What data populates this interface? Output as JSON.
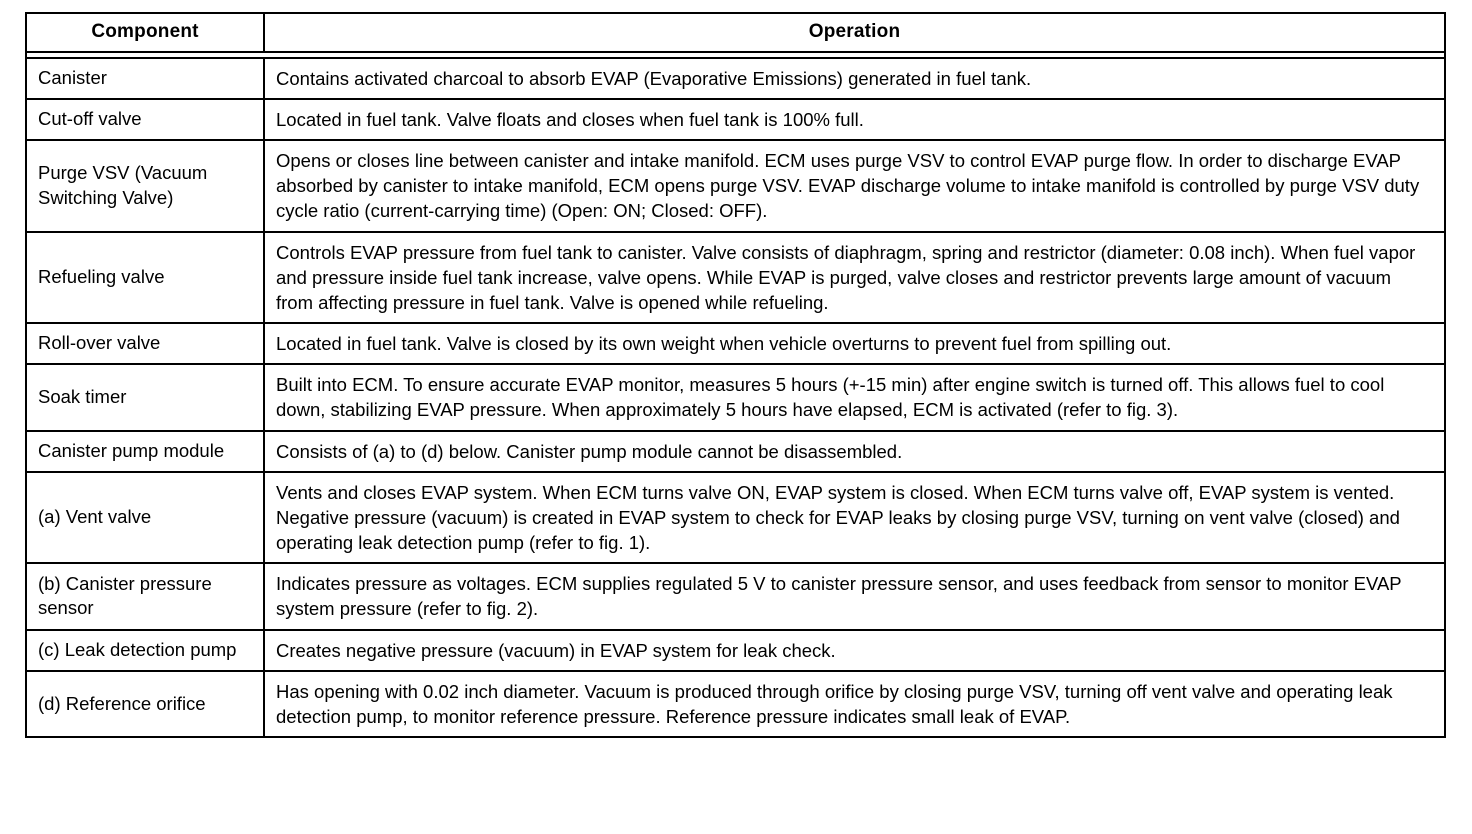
{
  "table": {
    "headers": {
      "component": "Component",
      "operation": "Operation"
    },
    "rows": [
      {
        "component": "Canister",
        "operation": "Contains activated charcoal to absorb EVAP (Evaporative Emissions) generated in fuel tank."
      },
      {
        "component": "Cut-off valve",
        "operation": "Located in fuel tank. Valve floats and closes when fuel tank is 100% full."
      },
      {
        "component": "Purge VSV (Vacuum Switching Valve)",
        "operation": "Opens or closes line between canister and intake manifold. ECM uses purge VSV to control EVAP purge flow. In order to discharge EVAP absorbed by canister to intake manifold, ECM opens purge VSV. EVAP discharge volume to intake manifold is controlled by purge VSV duty cycle ratio (current-carrying time) (Open: ON; Closed: OFF)."
      },
      {
        "component": "Refueling valve",
        "operation": "Controls EVAP pressure from fuel tank to canister. Valve consists of diaphragm, spring and restrictor (diameter: 0.08 inch). When fuel vapor and pressure inside fuel tank increase, valve opens. While EVAP is purged, valve closes and restrictor prevents large amount of vacuum from affecting pressure in fuel tank. Valve is opened while refueling."
      },
      {
        "component": "Roll-over valve",
        "operation": "Located in fuel tank. Valve is closed by its own weight when vehicle overturns to prevent fuel from spilling out."
      },
      {
        "component": "Soak timer",
        "operation": "Built into ECM. To ensure accurate EVAP monitor, measures 5 hours (+-15 min) after engine switch is turned off. This allows fuel to cool down, stabilizing EVAP pressure. When approximately 5 hours have elapsed, ECM is activated (refer to fig. 3)."
      },
      {
        "component": "Canister pump module",
        "operation": "Consists of (a) to (d) below. Canister pump module cannot be disassembled."
      },
      {
        "component": "(a) Vent valve",
        "operation": "Vents and closes EVAP system. When ECM turns valve ON, EVAP system is closed. When ECM turns valve off, EVAP system is vented. Negative pressure (vacuum) is created in EVAP system to check for EVAP leaks by closing purge VSV, turning on vent valve (closed) and operating leak detection pump (refer to fig. 1)."
      },
      {
        "component": "(b) Canister pressure sensor",
        "operation": "Indicates pressure as voltages. ECM supplies regulated 5 V to canister pressure sensor, and uses feedback from sensor to monitor EVAP system pressure (refer to fig. 2)."
      },
      {
        "component": "(c) Leak detection pump",
        "operation": "Creates negative pressure (vacuum) in EVAP system for leak check."
      },
      {
        "component": "(d) Reference orifice",
        "operation": "Has opening with 0.02 inch diameter. Vacuum is produced through orifice by closing purge VSV, turning off vent valve and operating leak detection pump, to monitor reference pressure. Reference pressure indicates small leak of EVAP."
      }
    ]
  },
  "colors": {
    "border": "#000000",
    "text": "#000000",
    "background": "#ffffff"
  }
}
